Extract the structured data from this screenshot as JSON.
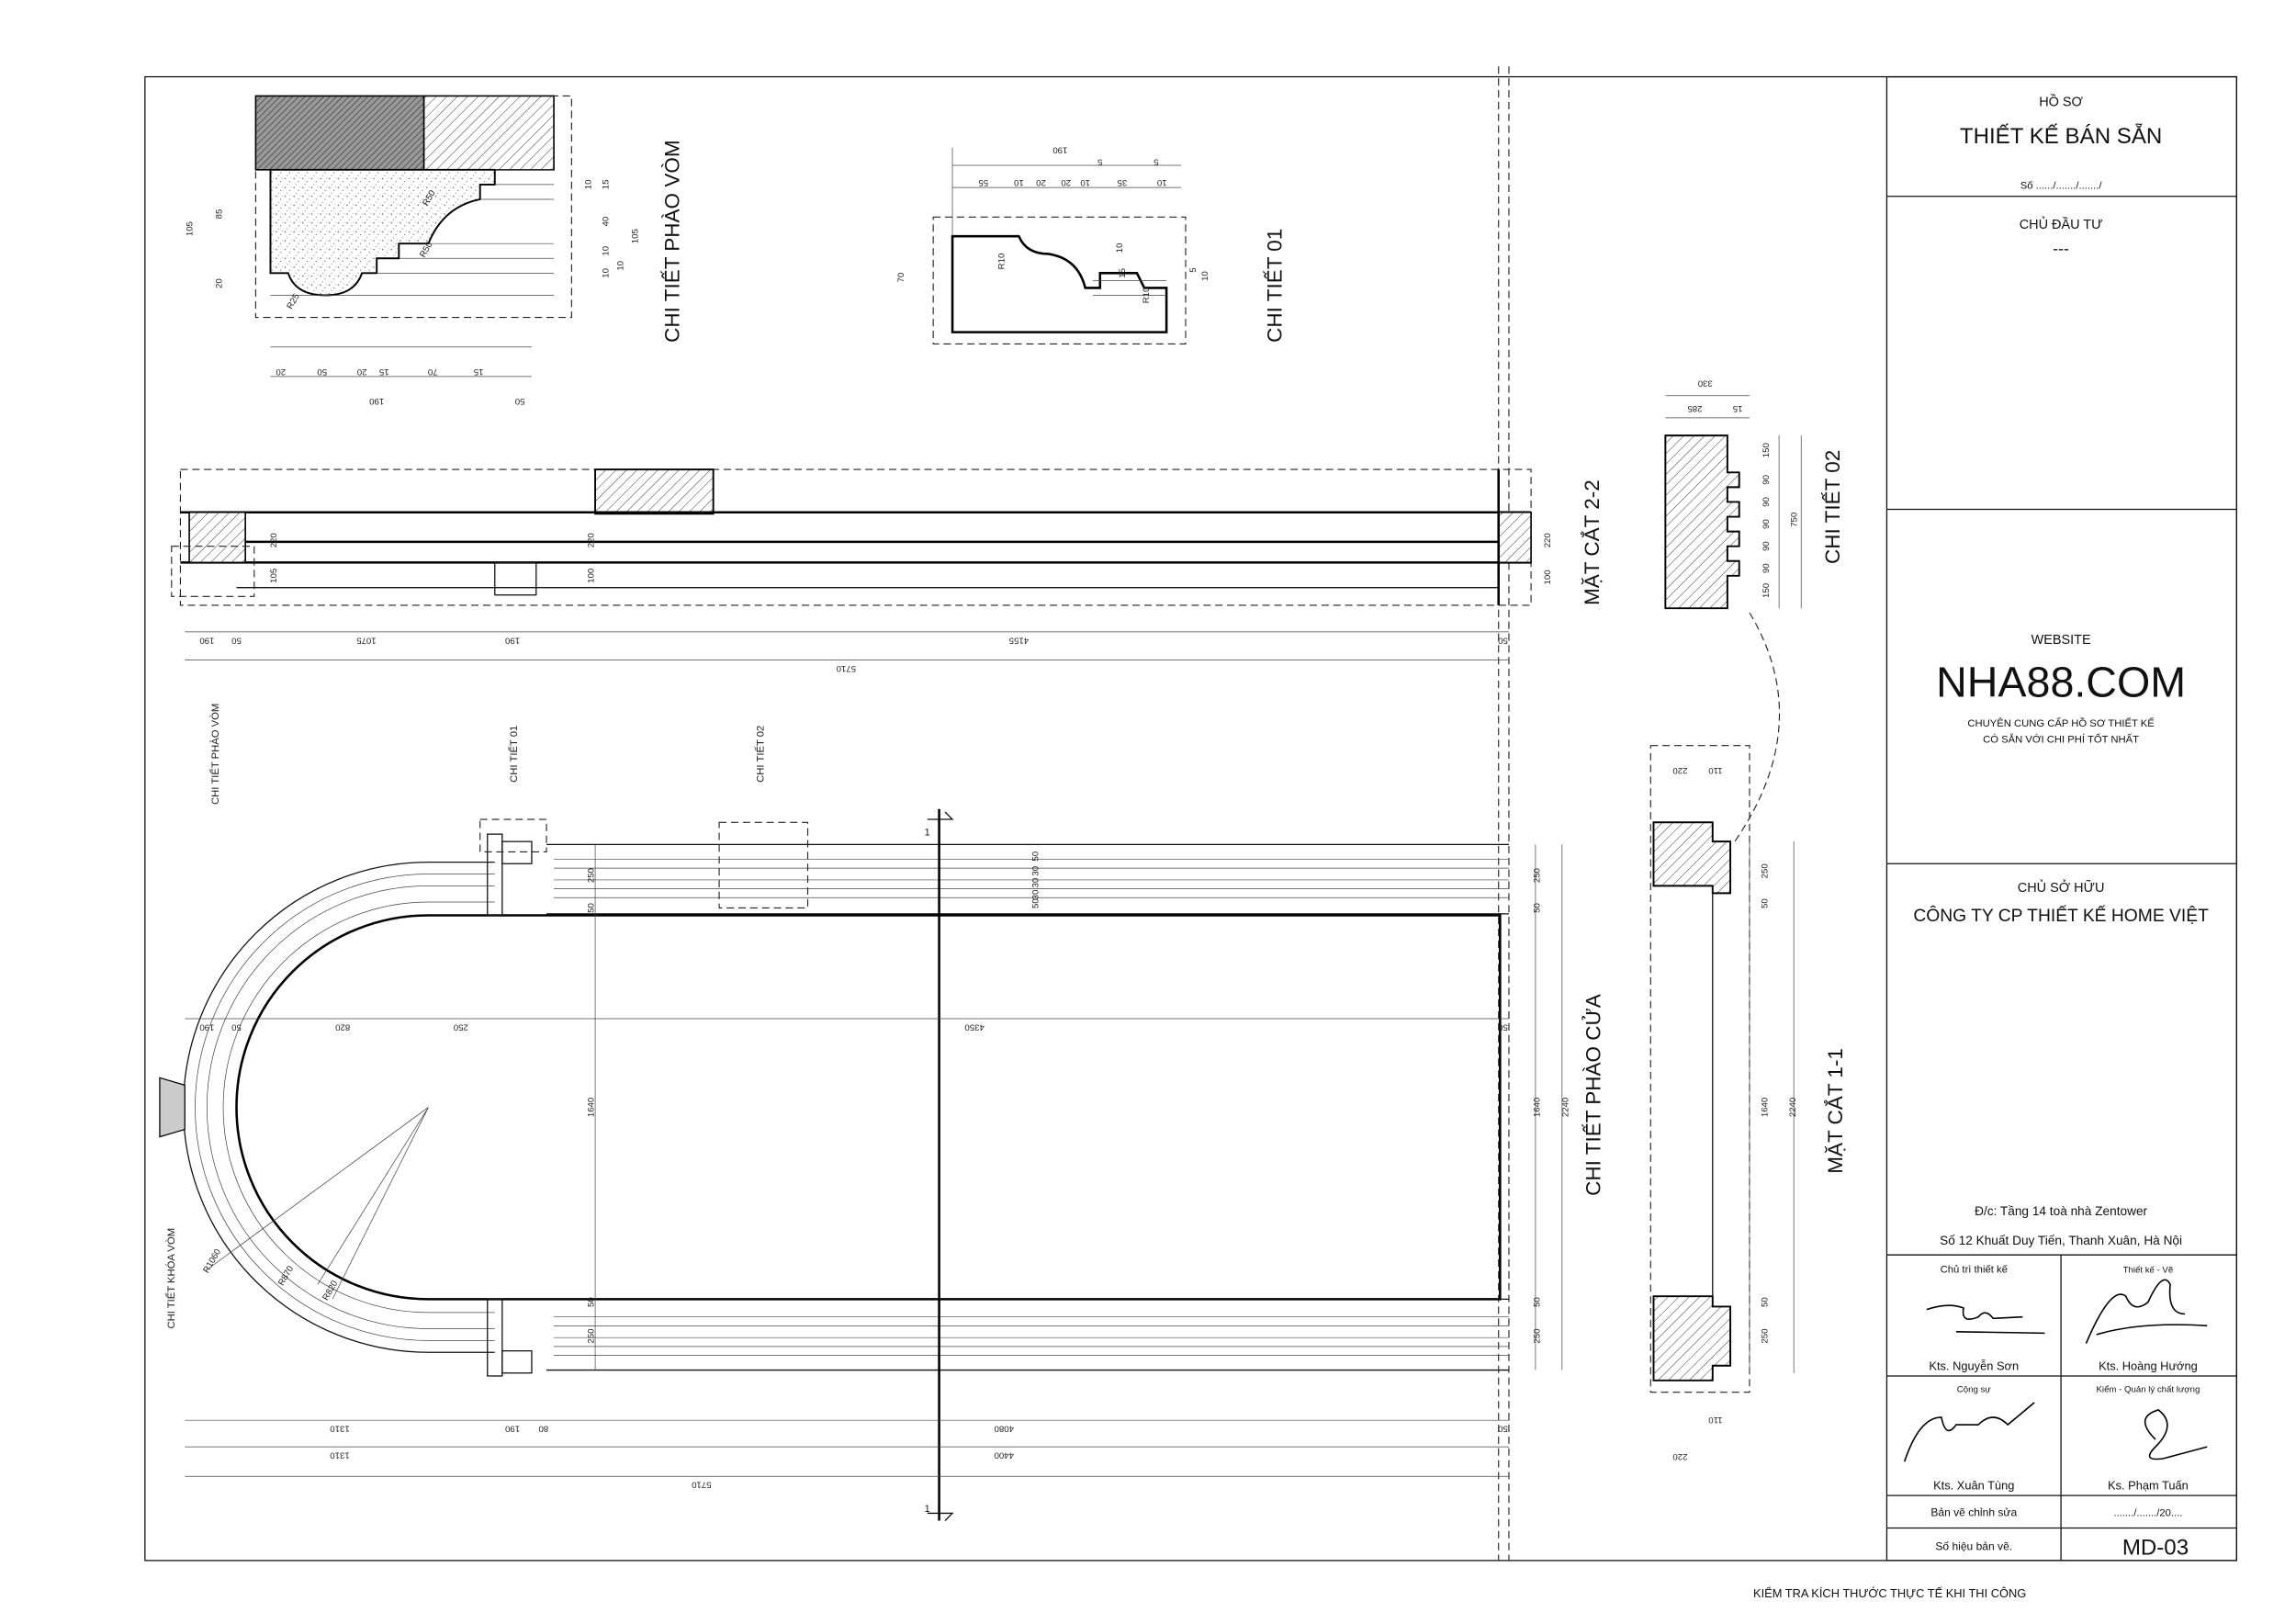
{
  "title_block": {
    "ho_so": "HỒ SƠ",
    "project_title": "THIẾT KẾ BÁN SẴN",
    "so": "Số ....../......./......./",
    "chu_dau_tu_label": "CHỦ ĐẦU TƯ",
    "chu_dau_tu_value": "---",
    "website_label": "WEBSITE",
    "website": "NHA88.COM",
    "tagline_1": "CHUYÊN CUNG CẤP HỒ SƠ THIẾT KẾ",
    "tagline_2": "CÓ SẴN VỚI CHI PHÍ TỐT NHẤT",
    "chu_so_huu_label": "CHỦ SỞ HỮU",
    "chu_so_huu_value": "CÔNG TY CP THIẾT KẾ HOME VIỆT",
    "address_1": "Đ/c: Tầng 14 toà nhà Zentower",
    "address_2": "Số 12 Khuất Duy Tiến, Thanh Xuân, Hà Nội",
    "roles": [
      {
        "role": "Chủ trì thiết kế",
        "name": "Kts. Nguyễn Sơn"
      },
      {
        "role": "Thiết kế - Vẽ",
        "name": "Kts. Hoàng Hướng"
      },
      {
        "role": "Cộng sự",
        "name": "Kts. Xuân Tùng"
      },
      {
        "role": "Kiểm - Quản lý chất lượng",
        "name": "Ks. Phạm Tuấn"
      }
    ],
    "revision_label": "Bản vẽ chỉnh sửa",
    "revision_value": "......./......./20....",
    "drawing_no_label": "Số hiệu bản vẽ.",
    "drawing_no": "MD-03"
  },
  "footer_note": "KIỂM TRA KÍCH THƯỚC THỰC TẾ KHI THI CÔNG",
  "labels": {
    "chi_tiet_phao_vom": "CHI TIẾT PHÀO VÒM",
    "chi_tiet_01": "CHI TIẾT 01",
    "chi_tiet_02": "CHI TIẾT 02",
    "mat_cat_2_2": "MẶT CẮT 2-2",
    "mat_cat_1_1": "MẶT CẮT 1-1",
    "chi_tiet_phao_cua": "CHI TIẾT PHÀO CỬA",
    "chi_tiet_khoa_vom": "CHI TIẾT KHÓA VÒM",
    "callout_phao_vom": "CHI TIẾT PHÀO VÒM",
    "callout_01": "CHI TIẾT 01",
    "callout_02": "CHI TIẾT 02",
    "section_mark": "1"
  },
  "dims": {
    "phao_vom_bottom": [
      "20",
      "50",
      "20",
      "15",
      "70",
      "15",
      "190",
      "50"
    ],
    "phao_vom_left": [
      "105",
      "85",
      "20"
    ],
    "phao_vom_right": [
      "10",
      "15",
      "40",
      "10",
      "10",
      "105",
      "10"
    ],
    "phao_vom_radii": [
      "R25",
      "R50",
      "R50"
    ],
    "ct01_top": [
      "190",
      "55",
      "10",
      "20",
      "20",
      "10",
      "35",
      "5",
      "10",
      "5"
    ],
    "ct01_side": [
      "70",
      "R10",
      "R10",
      "15",
      "10",
      "5",
      "10"
    ],
    "ct02_top": [
      "330",
      "285",
      "15"
    ],
    "ct02_side": [
      "150",
      "90",
      "90",
      "90",
      "90",
      "90",
      "150",
      "750"
    ],
    "mc22_bottom": [
      "190",
      "50",
      "1075",
      "190",
      "4155",
      "50"
    ],
    "mc22_total": "5710",
    "mc22_side": [
      "220",
      "100",
      "220",
      "220",
      "105",
      "100"
    ],
    "plan_mid": [
      "190",
      "50",
      "820",
      "250",
      "4350",
      "50"
    ],
    "plan_left": [
      "250",
      "50",
      "1640",
      "50",
      "250"
    ],
    "plan_stack": [
      "50",
      "30",
      "30",
      "30",
      "50"
    ],
    "plan_right": [
      "250",
      "50",
      "1640",
      "50",
      "250"
    ],
    "plan_right_total": "2240",
    "plan_bottom_1": [
      "1310",
      "190",
      "80",
      "4080",
      "50"
    ],
    "plan_bottom_2": [
      "1310",
      "4400"
    ],
    "plan_total": "5710",
    "plan_radii": [
      "R1060",
      "R870",
      "R820"
    ],
    "mc11_top": [
      "220",
      "110"
    ],
    "mc11_bottom": [
      "110",
      "220"
    ],
    "mc11_side": [
      "250",
      "50",
      "1640",
      "50",
      "250",
      "2240"
    ]
  }
}
